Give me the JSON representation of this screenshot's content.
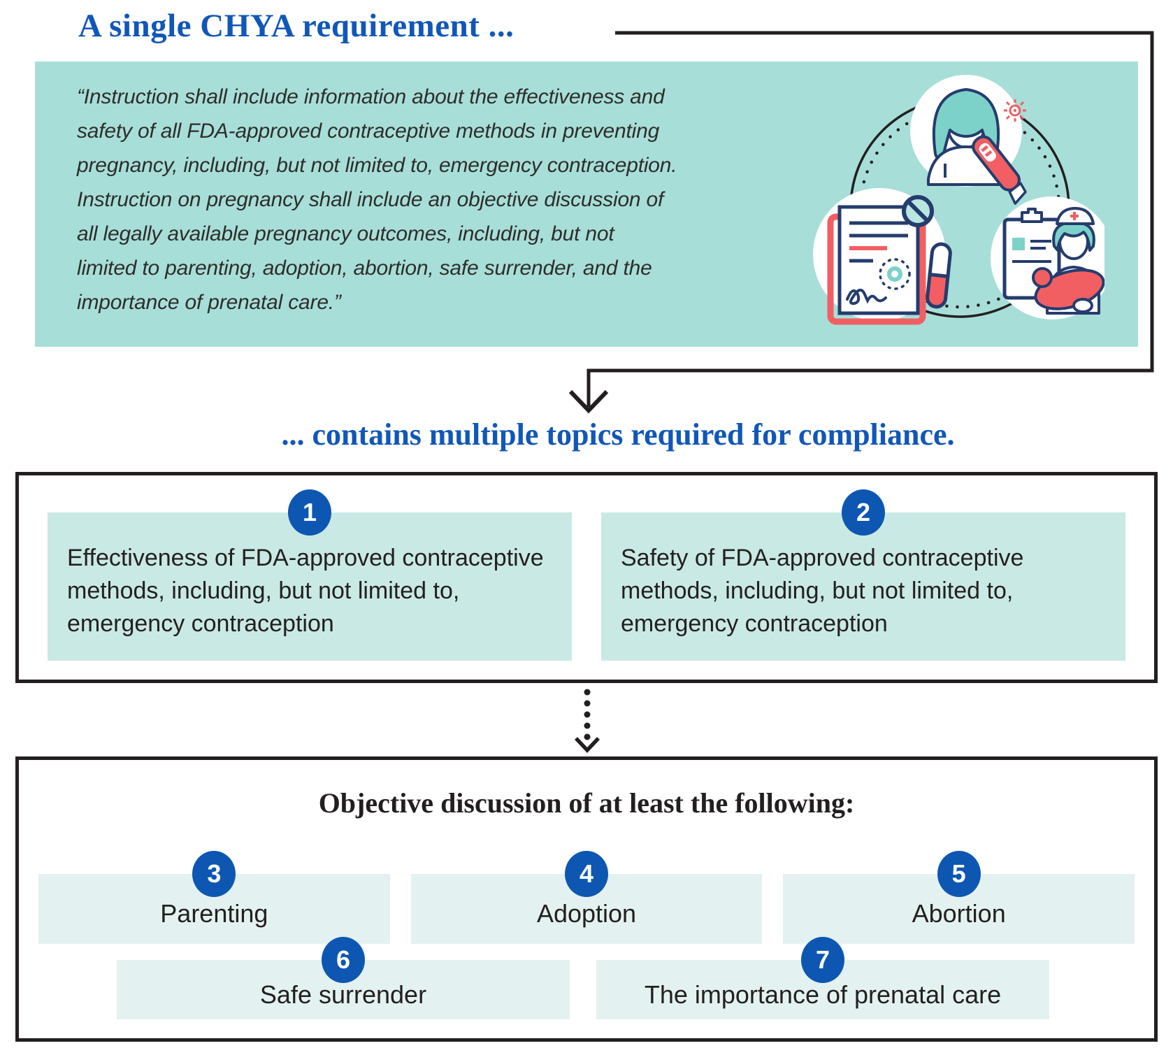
{
  "colors": {
    "accent_blue": "#1157b8",
    "number_circle_blue": "#0d57b2",
    "teal_dark": "#a7dfd8",
    "teal_mid": "#c9e9e4",
    "teal_light": "#e3f2f0",
    "ink": "#231f20",
    "illustration_navy": "#253c6d",
    "illustration_teal": "#7cd2c9",
    "illustration_coral": "#f15f63"
  },
  "header": {
    "title": "A single CHYA requirement ..."
  },
  "quote_box": {
    "quote": "“Instruction shall include information about the effectiveness and\nsafety of all FDA-approved contraceptive methods in preventing\npregnancy, including, but not limited to, emergency contraception.\nInstruction on pregnancy shall include an objective discussion of\nall legally available pregnancy outcomes, including, but not\nlimited to parenting, adoption, abortion, safe surrender, and the\nimportance of prenatal care.”"
  },
  "illustration": {
    "icons": [
      "woman-with-pregnancy-test",
      "contract-document-with-pill",
      "nurse-holding-newborn"
    ]
  },
  "subtitle": "... contains multiple topics required for compliance.",
  "compliance_topics": {
    "items": [
      {
        "number": "1",
        "text": "Effectiveness of FDA-approved contraceptive\nmethods, including, but not limited to,\nemergency contraception"
      },
      {
        "number": "2",
        "text": "Safety of FDA-approved contraceptive\nmethods, including, but not limited to,\nemergency contraception"
      }
    ]
  },
  "discussion_topics": {
    "heading": "Objective discussion of at least the following:",
    "row1": [
      {
        "number": "3",
        "label": "Parenting"
      },
      {
        "number": "4",
        "label": "Adoption"
      },
      {
        "number": "5",
        "label": "Abortion"
      }
    ],
    "row2": [
      {
        "number": "6",
        "label": "Safe surrender"
      },
      {
        "number": "7",
        "label": "The importance of prenatal care"
      }
    ]
  }
}
